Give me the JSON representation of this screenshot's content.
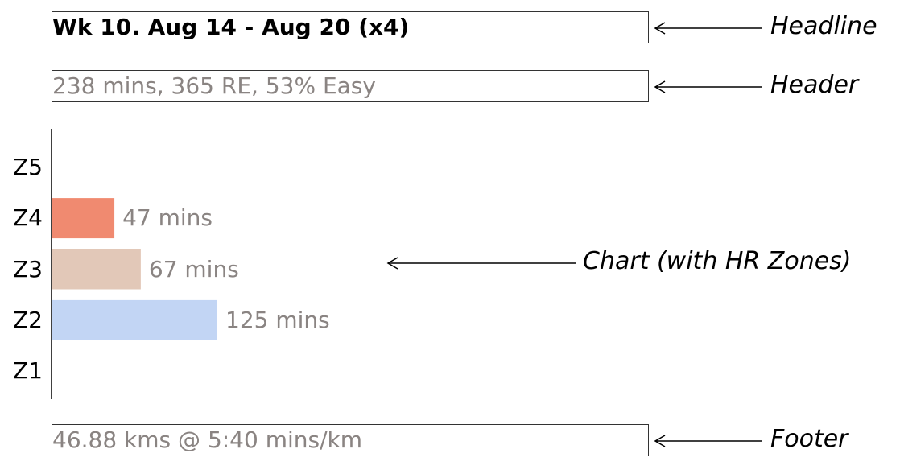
{
  "headline": {
    "text": "Wk 10. Aug 14 - Aug 20 (x4)"
  },
  "header": {
    "text": "238 mins, 365 RE, 53% Easy"
  },
  "footer": {
    "text": "46.88 kms @ 5:40 mins/km"
  },
  "annotations": {
    "headline": "Headline",
    "header": "Header",
    "chart": "Chart (with HR Zones)",
    "footer": "Footer"
  },
  "chart_data": {
    "type": "bar",
    "orientation": "horizontal",
    "categories": [
      "Z5",
      "Z4",
      "Z3",
      "Z2",
      "Z1"
    ],
    "values": [
      0,
      47,
      67,
      125,
      0
    ],
    "data_labels": [
      "",
      "47 mins",
      "67 mins",
      "125 mins",
      ""
    ],
    "colors": [
      "#ffffff",
      "#f08a70",
      "#e2c8b8",
      "#c2d5f4",
      "#ffffff"
    ],
    "unit": "mins",
    "grid": false
  }
}
